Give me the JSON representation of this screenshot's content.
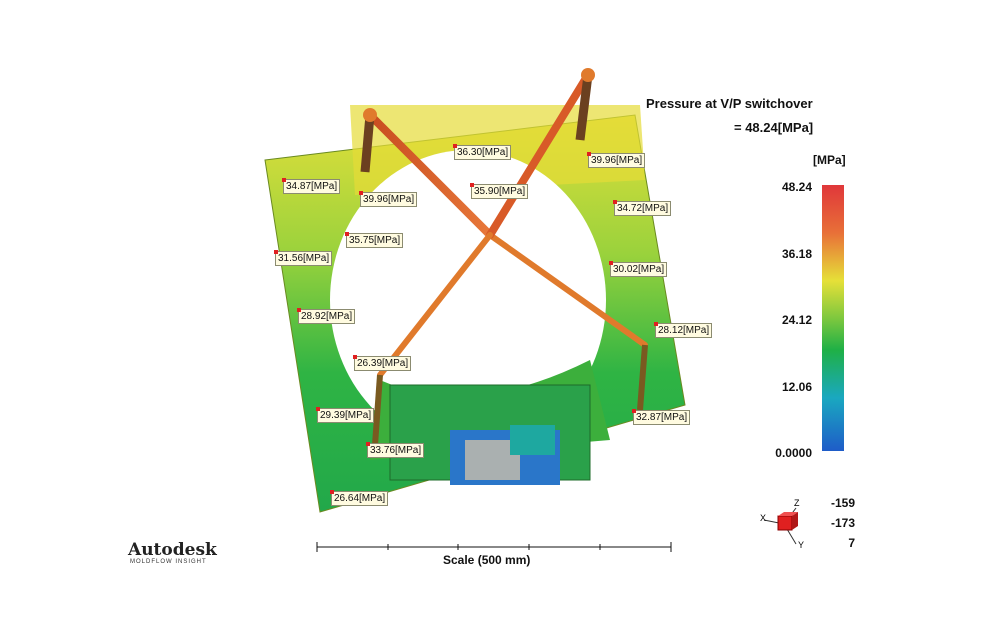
{
  "result": {
    "title": "Pressure at V/P switchover",
    "value": "= 48.24[MPa]",
    "unit": "[MPa]"
  },
  "legend": {
    "ticks": [
      "48.24",
      "36.18",
      "24.12",
      "12.06",
      "0.0000"
    ],
    "colors": [
      "#e0373a",
      "#e6e038",
      "#1fb046",
      "#1aa8c0",
      "#1e5cc8"
    ]
  },
  "annotations": [
    "36.30[MPa]",
    "39.96[MPa]",
    "34.87[MPa]",
    "39.96[MPa]",
    "35.90[MPa]",
    "34.72[MPa]",
    "35.75[MPa]",
    "31.56[MPa]",
    "30.02[MPa]",
    "28.92[MPa]",
    "28.12[MPa]",
    "26.39[MPa]",
    "29.39[MPa]",
    "32.87[MPa]",
    "33.76[MPa]",
    "26.64[MPa]"
  ],
  "scale": {
    "label": "Scale (500 mm)"
  },
  "orientation": {
    "axes": [
      "Z",
      "X",
      "Y"
    ],
    "values": [
      "-159",
      "-173",
      "7"
    ]
  },
  "brand": {
    "name": "Autodesk",
    "product": "MOLDFLOW INSIGHT"
  }
}
